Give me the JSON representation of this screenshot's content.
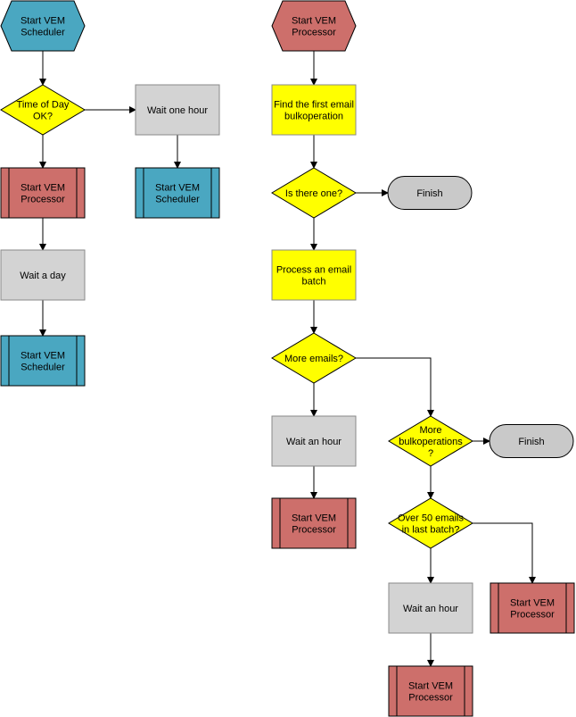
{
  "colors": {
    "scheduler": "#4aa7c1",
    "processor": "#cd6f6b",
    "decision": "#ffff00",
    "process": "#ffff00",
    "wait": "#d3d3d3",
    "terminal": "#c9c9c9",
    "line": "#000000"
  },
  "nodes": {
    "n1": {
      "shape": "hexagon",
      "color": "scheduler",
      "lines": [
        "Start VEM",
        "Scheduler"
      ]
    },
    "n2": {
      "shape": "diamond",
      "color": "decision",
      "lines": [
        "Time of Day",
        "OK?"
      ]
    },
    "n3": {
      "shape": "rect",
      "color": "wait",
      "lines": [
        "Wait one hour"
      ]
    },
    "n4": {
      "shape": "subprocess",
      "color": "processor",
      "lines": [
        "Start VEM",
        "Processor"
      ]
    },
    "n5": {
      "shape": "subprocess",
      "color": "scheduler",
      "lines": [
        "Start VEM",
        "Scheduler"
      ]
    },
    "n6": {
      "shape": "rect",
      "color": "wait",
      "lines": [
        "Wait a day"
      ]
    },
    "n7": {
      "shape": "subprocess",
      "color": "scheduler",
      "lines": [
        "Start VEM",
        "Scheduler"
      ]
    },
    "m1": {
      "shape": "hexagon",
      "color": "processor",
      "lines": [
        "Start VEM",
        "Processor"
      ]
    },
    "m2": {
      "shape": "rect",
      "color": "process",
      "lines": [
        "Find the first email",
        "bulkoperation"
      ]
    },
    "m3": {
      "shape": "diamond",
      "color": "decision",
      "lines": [
        "Is there one?"
      ]
    },
    "m4": {
      "shape": "terminal",
      "color": "terminal",
      "lines": [
        "Finish"
      ]
    },
    "m5": {
      "shape": "rect",
      "color": "process",
      "lines": [
        "Process an email",
        "batch"
      ]
    },
    "m6": {
      "shape": "diamond",
      "color": "decision",
      "lines": [
        "More emails?"
      ]
    },
    "m7": {
      "shape": "rect",
      "color": "wait",
      "lines": [
        "Wait an hour"
      ]
    },
    "m8": {
      "shape": "diamond",
      "color": "decision",
      "lines": [
        "More",
        "bulkoperations",
        "?"
      ]
    },
    "m9": {
      "shape": "terminal",
      "color": "terminal",
      "lines": [
        "Finish"
      ]
    },
    "m10": {
      "shape": "subprocess",
      "color": "processor",
      "lines": [
        "Start VEM",
        "Processor"
      ]
    },
    "m11": {
      "shape": "diamond",
      "color": "decision",
      "lines": [
        "Over 50 emails",
        "in last batch?"
      ]
    },
    "m12": {
      "shape": "rect",
      "color": "wait",
      "lines": [
        "Wait an hour"
      ]
    },
    "m13": {
      "shape": "subprocess",
      "color": "processor",
      "lines": [
        "Start VEM",
        "Processor"
      ]
    },
    "m14": {
      "shape": "subprocess",
      "color": "processor",
      "lines": [
        "Start VEM",
        "Processor"
      ]
    }
  },
  "edges": [
    [
      "n1",
      "n2"
    ],
    [
      "n2",
      "n3"
    ],
    [
      "n2",
      "n4"
    ],
    [
      "n3",
      "n5"
    ],
    [
      "n4",
      "n6"
    ],
    [
      "n6",
      "n7"
    ],
    [
      "m1",
      "m2"
    ],
    [
      "m2",
      "m3"
    ],
    [
      "m3",
      "m4"
    ],
    [
      "m3",
      "m5"
    ],
    [
      "m5",
      "m6"
    ],
    [
      "m6",
      "m7"
    ],
    [
      "m6",
      "m8"
    ],
    [
      "m7",
      "m10"
    ],
    [
      "m8",
      "m9"
    ],
    [
      "m8",
      "m11"
    ],
    [
      "m11",
      "m12"
    ],
    [
      "m11",
      "m13"
    ],
    [
      "m12",
      "m14"
    ]
  ]
}
